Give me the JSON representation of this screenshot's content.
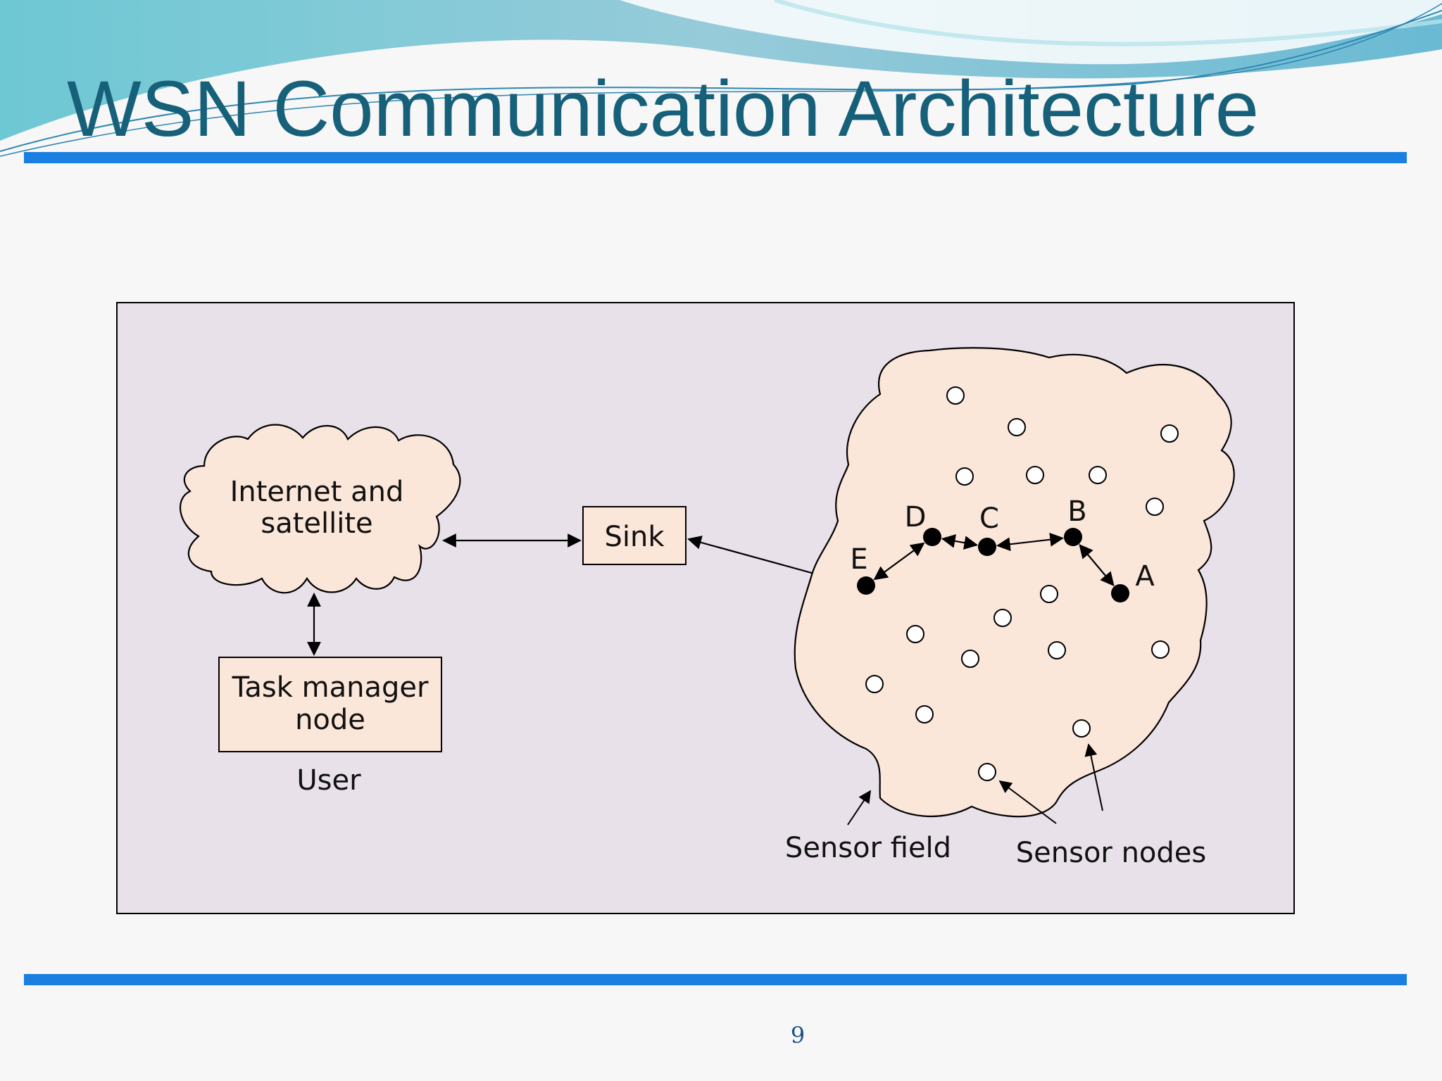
{
  "slide": {
    "title": "WSN Communication Architecture",
    "page_number": "9"
  },
  "diagram": {
    "cloud_label_line1": "Internet and",
    "cloud_label_line2": "satellite",
    "task_manager_line1": "Task manager",
    "task_manager_line2": "node",
    "user_label": "User",
    "sink_label": "Sink",
    "sensor_field_label": "Sensor field",
    "sensor_nodes_label": "Sensor nodes",
    "path_nodes": [
      {
        "label": "A"
      },
      {
        "label": "B"
      },
      {
        "label": "C"
      },
      {
        "label": "D"
      },
      {
        "label": "E"
      }
    ]
  },
  "colors": {
    "title": "#17607a",
    "accent_rule": "#1a7fe0",
    "diagram_background": "#e8e1ea",
    "shape_fill": "#fbe6da",
    "line": "#000000"
  }
}
